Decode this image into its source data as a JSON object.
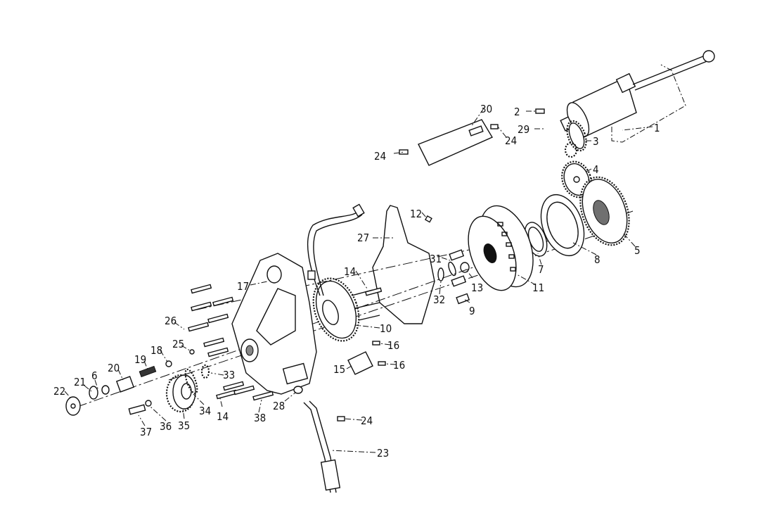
{
  "labels": [
    "1",
    "2",
    "3",
    "4",
    "5",
    "6",
    "7",
    "8",
    "9",
    "10",
    "11",
    "12",
    "13",
    "14",
    "14",
    "15",
    "16",
    "16",
    "17",
    "18",
    "19",
    "20",
    "21",
    "22",
    "23",
    "24",
    "24",
    "24",
    "25",
    "26",
    "27",
    "28",
    "29",
    "30",
    "31",
    "32",
    "33",
    "34",
    "35",
    "36",
    "37",
    "38"
  ]
}
